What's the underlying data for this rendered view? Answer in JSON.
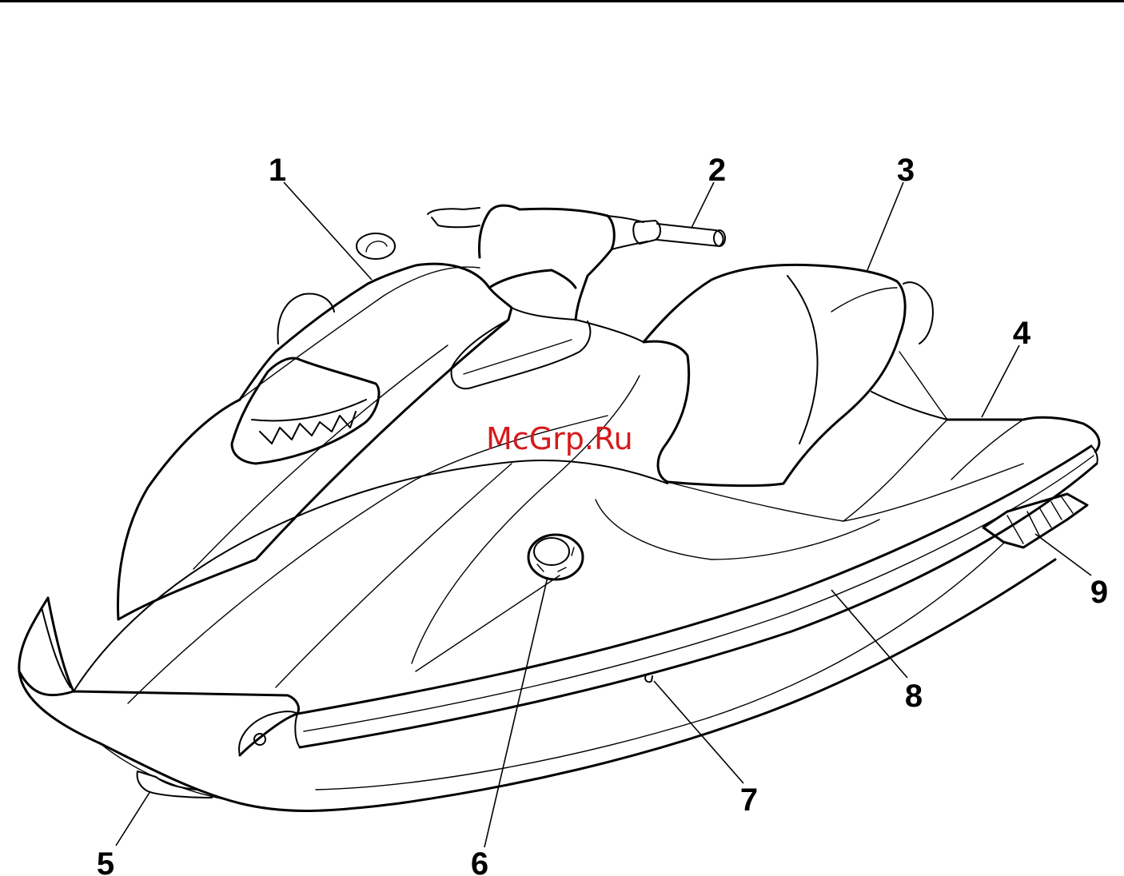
{
  "watermark": "McGrp.Ru",
  "callouts": [
    {
      "id": "1",
      "label": "1"
    },
    {
      "id": "2",
      "label": "2"
    },
    {
      "id": "3",
      "label": "3"
    },
    {
      "id": "4",
      "label": "4"
    },
    {
      "id": "5",
      "label": "5"
    },
    {
      "id": "6",
      "label": "6"
    },
    {
      "id": "7",
      "label": "7"
    },
    {
      "id": "8",
      "label": "8"
    },
    {
      "id": "9",
      "label": "9"
    }
  ]
}
